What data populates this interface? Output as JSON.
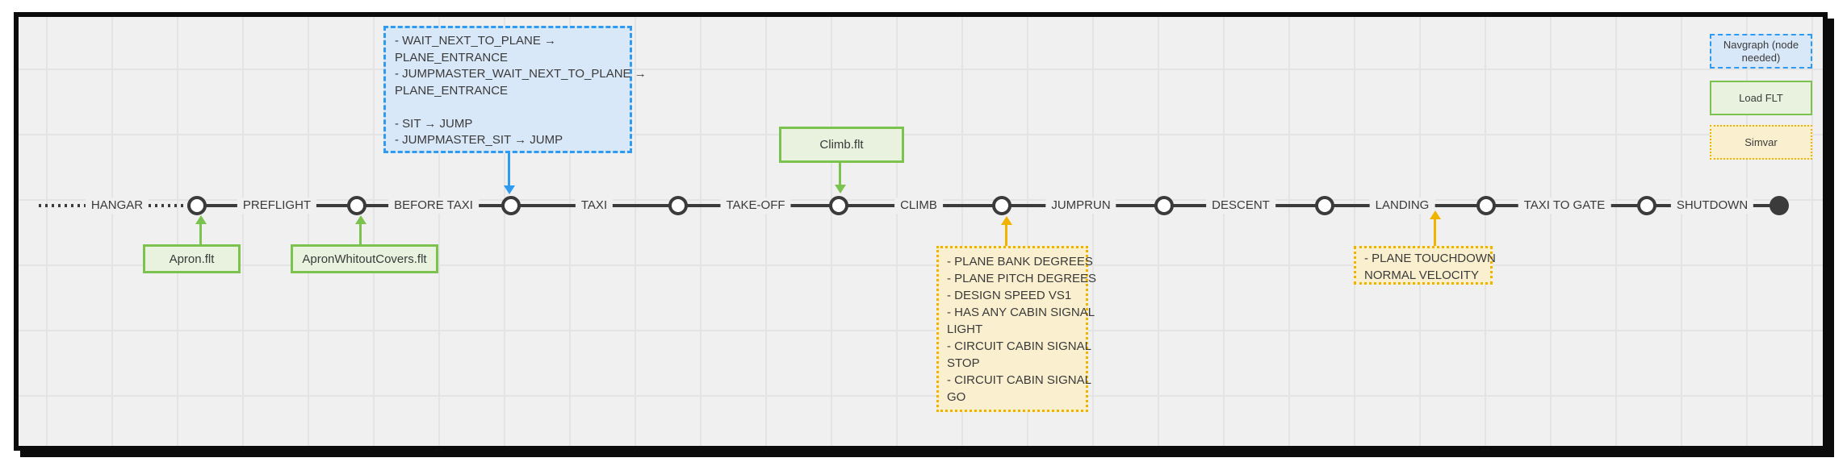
{
  "timeline": {
    "phases": [
      "HANGAR",
      "PREFLIGHT",
      "BEFORE TAXI",
      "TAXI",
      "TAKE-OFF",
      "CLIMB",
      "JUMPRUN",
      "DESCENT",
      "LANDING",
      "TAXI TO GATE",
      "SHUTDOWN"
    ]
  },
  "boxes": {
    "navgraph_before_taxi": {
      "lines": [
        "- WAIT_NEXT_TO_PLANE →",
        "PLANE_ENTRANCE",
        "- JUMPMASTER_WAIT_NEXT_TO_PLANE →",
        "PLANE_ENTRANCE",
        "",
        "- SIT → JUMP",
        "- JUMPMASTER_SIT → JUMP"
      ]
    },
    "load_flt_hangar": {
      "label": "Apron.flt"
    },
    "load_flt_preflight": {
      "label": "ApronWhitoutCovers.flt"
    },
    "load_flt_climb": {
      "label": "Climb.flt"
    },
    "simvar_jumprun": {
      "lines": [
        "- PLANE BANK DEGREES",
        "- PLANE PITCH DEGREES",
        "- DESIGN SPEED VS1",
        "- HAS ANY CABIN SIGNAL",
        "LIGHT",
        "- CIRCUIT CABIN SIGNAL",
        "STOP",
        "- CIRCUIT CABIN SIGNAL",
        "GO"
      ]
    },
    "simvar_landing": {
      "lines": [
        "- PLANE TOUCHDOWN",
        "NORMAL VELOCITY"
      ]
    }
  },
  "legend": {
    "navgraph_label": "Navgraph (node needed)",
    "load_flt_label": "Load FLT",
    "simvar_label": "Simvar"
  },
  "colors": {
    "navgraph_fill": "#d9e8f8",
    "navgraph_stroke": "#2e9bf0",
    "load_flt_fill": "#e8f2df",
    "load_flt_stroke": "#7cc24e",
    "simvar_fill": "#faf0cf",
    "simvar_stroke": "#f0b400",
    "timeline_stroke": "#3b3b3b",
    "canvas_bg": "#f0f0f0",
    "grid_line": "#e4e4e4"
  }
}
